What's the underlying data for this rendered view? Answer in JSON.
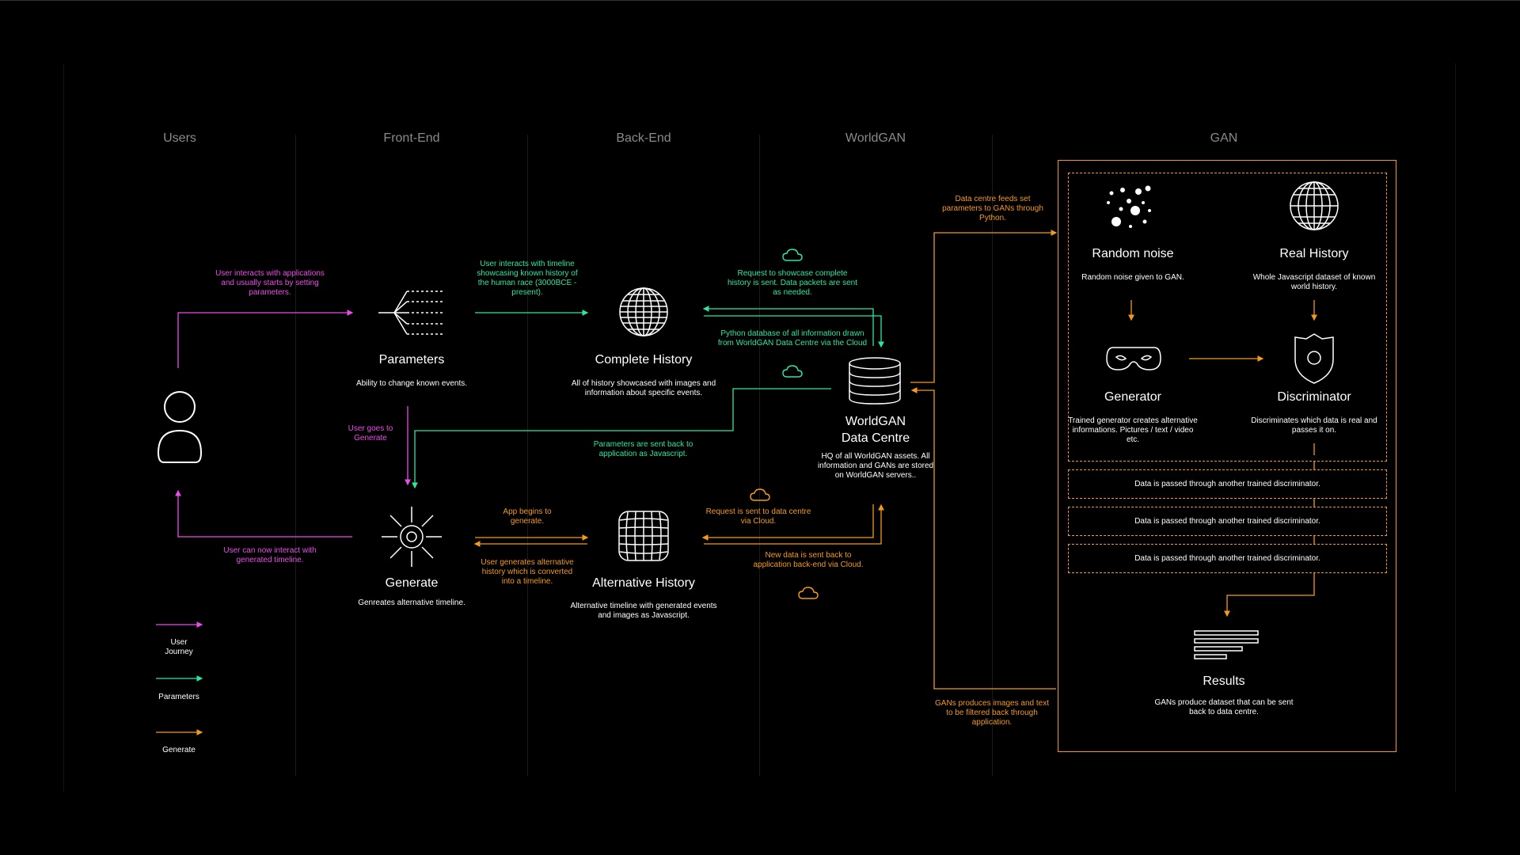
{
  "lanes": {
    "users": "Users",
    "frontend": "Front-End",
    "backend": "Back-End",
    "worldgan": "WorldGAN",
    "gan": "GAN"
  },
  "nodes": {
    "parameters": {
      "title": "Parameters",
      "desc": "Ability to change known events."
    },
    "complete_history": {
      "title": "Complete History",
      "desc": "All of history showcased with images and information about specific events."
    },
    "generate": {
      "title": "Generate",
      "desc": "Genreates alternative timeline."
    },
    "alternative_history": {
      "title": "Alternative History",
      "desc": "Alternative timeline with generated events and images as Javascript."
    },
    "data_centre": {
      "title_line1": "WorldGAN",
      "title_line2": "Data Centre",
      "desc": "HQ of all WorldGAN assets. All information and GANs are stored on WorldGAN servers.."
    },
    "random_noise": {
      "title": "Random noise",
      "desc": "Random noise given to GAN."
    },
    "real_history": {
      "title": "Real History",
      "desc": "Whole Javascript dataset of known world history."
    },
    "generator": {
      "title": "Generator",
      "desc": "Trained generator creates alternative informations. Pictures / text / video etc."
    },
    "discriminator": {
      "title": "Discriminator",
      "desc": "Discriminates which data is real and passes it on."
    },
    "results": {
      "title": "Results",
      "desc": "GANs produce dataset that can be sent back to data centre."
    }
  },
  "discriminator_rows": [
    "Data is passed through another trained discriminator.",
    "Data is passed through another trained discriminator.",
    "Data is passed through another trained discriminator."
  ],
  "annotations": {
    "user_interacts": "User interacts with applications and usually starts by setting parameters.",
    "user_goes_generate": "User goes to Generate",
    "user_can_interact": "User can now interact with generated timeline.",
    "timeline_known": "User interacts with timeline showcasing known history of the human race (3000BCE - present).",
    "request_complete": "Request to showcase complete history is sent. Data packets are sent as needed.",
    "python_database": "Python database of all information drawn from WorldGAN Data Centre via the Cloud",
    "params_sent_back": "Parameters are sent back to application as Javascript.",
    "app_begins": "App begins to generate.",
    "user_generates": "User generates alternative history which is converted into a timeline.",
    "request_sent_cloud": "Request is sent to data centre via Cloud.",
    "new_data_back": "New data is sent back to application back-end via Cloud.",
    "data_centre_feeds": "Data centre feeds set parameters to GANs through Python.",
    "gans_produces": "GANs produces images and text to be filtered back through application."
  },
  "legend": {
    "user_journey": "User Journey",
    "parameters": "Parameters",
    "generate": "Generate"
  },
  "colors": {
    "pink": "#e84ee6",
    "green": "#2fe6a0",
    "orange": "#f39a1e",
    "lane_title": "#8a8a8a"
  },
  "icons": [
    "user-icon",
    "parameters-branch-icon",
    "globe-icon",
    "generate-burst-icon",
    "warped-grid-icon",
    "database-icon",
    "cloud-icon",
    "random-noise-icon",
    "mask-icon",
    "shield-icon",
    "results-lines-icon"
  ]
}
